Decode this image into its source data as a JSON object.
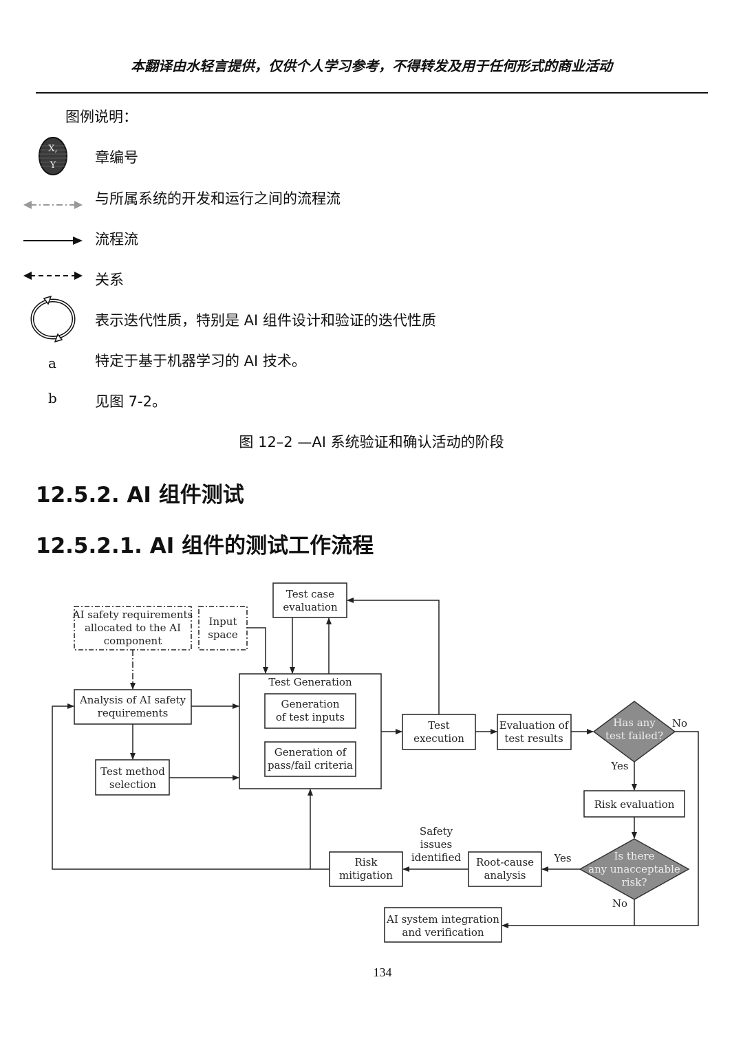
{
  "header": {
    "notice": "本翻译由水轻言提供，仅供个人学习参考，不得转发及用于任何形式的商业活动"
  },
  "legend": {
    "title": "图例说明：",
    "chapter_mark": {
      "top": "X,",
      "bottom": "Y"
    },
    "items": [
      {
        "icon": "chapter-number-icon",
        "text": "章编号"
      },
      {
        "icon": "grey-dash-dot-double-arrow-icon",
        "text": "与所属系统的开发和运行之间的流程流"
      },
      {
        "icon": "solid-arrow-icon",
        "text": "流程流"
      },
      {
        "icon": "dashed-double-arrow-icon",
        "text": "关系"
      },
      {
        "icon": "iteration-cycle-icon",
        "text": "表示迭代性质，特别是 AI 组件设计和验证的迭代性质"
      },
      {
        "icon": "letter-a",
        "text": "特定于基于机器学习的 AI 技术。"
      },
      {
        "icon": "letter-b",
        "text": "见图 7-2。"
      }
    ],
    "letter_a": "a",
    "letter_b": "b"
  },
  "figure_caption": "图 12–2 —AI 系统验证和确认活动的阶段",
  "headings": {
    "h_12_5_2": "12.5.2.  AI 组件测试",
    "h_12_5_2_1": "12.5.2.1.   AI 组件的测试工作流程"
  },
  "flowchart": {
    "req_box": [
      "AI safety requirements",
      "allocated to the AI",
      "component"
    ],
    "input_space": [
      "Input",
      "space"
    ],
    "test_case_eval": [
      "Test case",
      "evaluation"
    ],
    "analysis": [
      "Analysis of AI safety",
      "requirements"
    ],
    "test_method": [
      "Test method",
      "selection"
    ],
    "test_generation_title": "Test Generation",
    "gen_inputs": [
      "Generation",
      "of test inputs"
    ],
    "gen_criteria": [
      "Generation of",
      "pass/fail criteria"
    ],
    "test_execution": [
      "Test",
      "execution"
    ],
    "eval_results": [
      "Evaluation of",
      "test results"
    ],
    "decision_failed": [
      "Has any",
      "test failed?"
    ],
    "risk_eval": "Risk evaluation",
    "decision_risk": [
      "Is there",
      "any unacceptable",
      "risk?"
    ],
    "root_cause": [
      "Root-cause",
      "analysis"
    ],
    "risk_mitigation": [
      "Risk",
      "mitigation"
    ],
    "safety_issues": [
      "Safety",
      "issues",
      "identified"
    ],
    "integration": [
      "AI system integration",
      "and verification"
    ],
    "label_yes": "Yes",
    "label_no": "No",
    "colors": {
      "decision_fill": "#8c8c8c",
      "line": "#222222"
    }
  },
  "page_number": "134"
}
